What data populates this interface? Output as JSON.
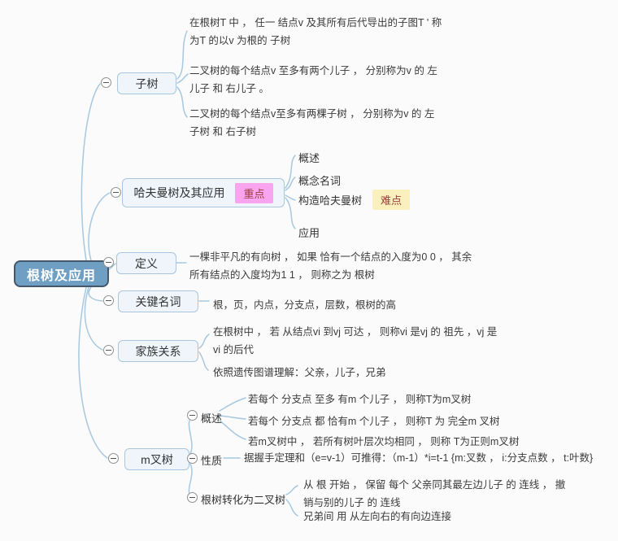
{
  "root": {
    "label": "根树及应用"
  },
  "colors": {
    "root_fill": "#6FA0C3",
    "root_border": "#44576B",
    "root_text": "#FFFFFF",
    "node_fill": "#EFF5FB",
    "node_border": "#A8C6DF",
    "link": "#A6C8E0",
    "badge_important_bg": "#F9A4EF",
    "badge_difficult_bg": "#FAF0BE",
    "badge_text": "#9C3B3B"
  },
  "branches": [
    {
      "label": "子树",
      "notes": [
        "在根树T 中 ， 任一 结点v 及其所有后代导出的子图T ' 称\n为T 的以v 为根的 子树",
        "二叉树的每个结点v 至多有两个儿子 ， 分别称为v 的 左\n儿子 和 右儿子 。",
        "二叉树的每个结点v至多有两棵子树 ， 分别称为v 的 左\n子树 和 右子树"
      ]
    },
    {
      "label": "哈夫曼树及其应用",
      "badge": "重点",
      "children": [
        {
          "label": "概述"
        },
        {
          "label": "概念名词"
        },
        {
          "label": "构造哈夫曼树",
          "badge": "难点"
        },
        {
          "label": "应用"
        }
      ]
    },
    {
      "label": "定义",
      "notes": [
        "一棵非平凡的有向树 ， 如果 恰有一个结点的入度为0 0 ， 其余\n所有结点的入度均为1 1 ， 则称之为 根树"
      ]
    },
    {
      "label": "关键名词",
      "notes": [
        "根，页，内点，分支点，层数，根树的高"
      ]
    },
    {
      "label": "家族关系",
      "notes": [
        "在根树中 ， 若 从结点vi 到vj 可达 ， 则称vi 是vj 的 祖先 ，vj 是\nvi 的后代",
        "依照遗传图谱理解：父亲，儿子，兄弟"
      ]
    },
    {
      "label": "m叉树",
      "children": [
        {
          "label": "概述",
          "notes": [
            "若每个 分支点 至多 有m 个儿子 ， 则称T为m叉树",
            "若每个 分支点 都 恰有m 个儿子 ， 则称T 为 完全m 叉树",
            "若m叉树中 ， 若所有树叶层次均相同 ， 则称 T为正则m叉树"
          ]
        },
        {
          "label": "性质",
          "notes": [
            "据握手定理和（e=v-1）可推得：（m-1）*i=t-1 {m:叉数 ， i:分支点数 ， t:叶数}"
          ]
        },
        {
          "label": "根树转化为二叉树",
          "notes": [
            "从 根 开始 ， 保留 每个 父亲同其最左边儿子 的 连线 ， 撤\n销与别的儿子 的 连线",
            "兄弟间 用 从左向右的有向边连接"
          ]
        }
      ]
    }
  ]
}
